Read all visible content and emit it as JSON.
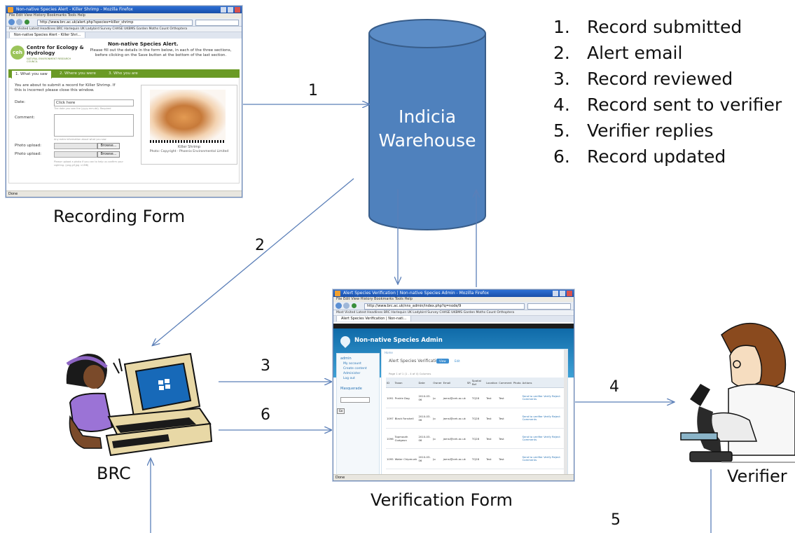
{
  "legend": {
    "items": [
      {
        "num": "1.",
        "text": "Record submitted"
      },
      {
        "num": "2.",
        "text": "Alert email"
      },
      {
        "num": "3.",
        "text": "Record reviewed"
      },
      {
        "num": "4.",
        "text": "Record sent to verifier"
      },
      {
        "num": "5.",
        "text": "Verifier replies"
      },
      {
        "num": "6.",
        "text": "Record updated"
      }
    ]
  },
  "warehouse": {
    "line1": "Indicia",
    "line2": "Warehouse",
    "color": "#4f81bd",
    "stroke": "#385d8a"
  },
  "captions": {
    "recording_form": "Recording Form",
    "verification_form": "Verification Form",
    "brc": "BRC",
    "verifier": "Verifier"
  },
  "step_labels": {
    "s1": "1",
    "s2": "2",
    "s3": "3",
    "s4": "4",
    "s5": "5",
    "s6": "6"
  },
  "arrow_color": "#5b7fb8",
  "recording_screenshot": {
    "window_title": "Non-native Species Alert - Killer Shrimp - Mozilla Firefox",
    "menu": "File  Edit  View  History  Bookmarks  Tools  Help",
    "url": "http://www.brc.ac.uk/alert.php?species=killer_shrimp",
    "bookmarks": "Most Visited  Latest Headlines  BRC  Harlequin  UK Ladybird Survey  CHASE  UKBMS  Garden Moths Count  Orthoptera",
    "tab": "Non-native Species Alert - Killer Shri...",
    "org_name": "Centre for Ecology & Hydrology",
    "org_sub": "NATURAL ENVIRONMENT RESEARCH COUNCIL",
    "logo": "ceh",
    "page_title": "Non-native Species Alert.",
    "intro": "Please fill out the details in the form below, in each of the three sections, before clicking on the Save button at the bottom of the last section.",
    "tabs": [
      "1. What you saw",
      "2. Where you were",
      "3. Who you are"
    ],
    "notice_a": "You are about to submit a record for Killer Shrimp. If",
    "notice_b": "this is incorrect please close this window.",
    "date_label": "Date:",
    "date_value": "Click here",
    "date_hint": "The date you saw the (yyyy-mm-dd). Required",
    "comment_label": "Comment:",
    "comment_hint": "Any extra information about what you saw",
    "photo_label": "Photo upload:",
    "browse": "Browse...",
    "photo_hint": "Please upload a photo if you can to help us confirm your sighting. (png,gif,jpg <1MB)",
    "image_caption": "Killer Shrimp",
    "image_credit": "Photo: Copyright - Phoenix Environmental Limited",
    "status": "Done"
  },
  "verification_screenshot": {
    "window_title": "Alert Species Verification | Non-native Species Admin - Mozilla Firefox",
    "menu": "File  Edit  View  History  Bookmarks  Tools  Help",
    "url": "http://www.brc.ac.uk/nns_admin/index.php?q=node/9",
    "bookmarks": "Most Visited  Latest Headlines  BRC  Harlequin  UK Ladybird Survey  CHASE  UKBMS  Garden Moths Count  Orthoptera",
    "tab": "Alert Species Verification | Non-nati...",
    "site_name": "Non-native Species Admin",
    "breadcrumb": "Home",
    "page_heading": "Alert Species Verification",
    "pill_view": "View",
    "pill_edit": "Edit",
    "subline": "Page 1 of 1 (1 - 4 of 4)  Columns",
    "side_heading": "admin",
    "side_items": [
      "My account",
      "Create content",
      "Administer",
      "Log out"
    ],
    "side_heading2": "Masquerade",
    "side_go": "Go",
    "columns": [
      "ID",
      "Taxon",
      "Date",
      "Owner",
      "Email",
      "SR",
      "Spatial Ref",
      "Location",
      "Comment",
      "Photo",
      "Actions"
    ],
    "rows": [
      {
        "id": "1091",
        "taxon": "Prairie Dog",
        "date": "2010-03-06",
        "owner": "Jo",
        "email": "jamsi@ceh.ac.uk",
        "sr": "",
        "ref": "TQ28",
        "loc": "Test",
        "comment": "Test",
        "actions": "Send to verifier Verify Reject Comments"
      },
      {
        "id": "1097",
        "taxon": "Black Fanshell",
        "date": "2010-03-06",
        "owner": "Jo",
        "email": "jamsi@ceh.ac.uk",
        "sr": "",
        "ref": "TQ28",
        "loc": "Test",
        "comment": "Test",
        "actions": "Send to verifier Verify Reject Comments"
      },
      {
        "id": "1096",
        "taxon": "Topmouth Gudgeon",
        "date": "2010-03-06",
        "owner": "Jo",
        "email": "jamsi@ceh.ac.uk",
        "sr": "",
        "ref": "TQ28",
        "loc": "Test",
        "comment": "Test",
        "actions": "Send to verifier Verify Reject Comments"
      },
      {
        "id": "1095",
        "taxon": "Water Chipmunk",
        "date": "2010-03-06",
        "owner": "Jo",
        "email": "jamsi@ceh.ac.uk",
        "sr": "",
        "ref": "TQ28",
        "loc": "Test",
        "comment": "Test",
        "actions": "Send to verifier Verify Reject Comments"
      }
    ],
    "status": "Done"
  }
}
